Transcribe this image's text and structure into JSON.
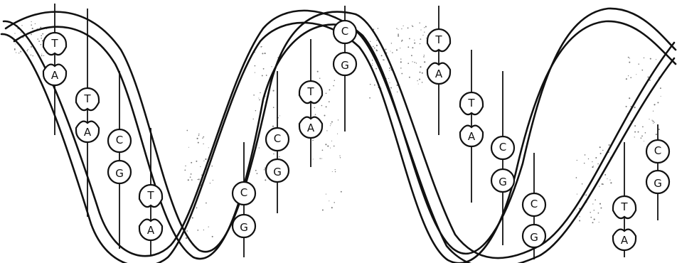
{
  "pairs": [
    {
      "top": "T",
      "bottom": "A"
    },
    {
      "top": "T",
      "bottom": "A"
    },
    {
      "top": "C",
      "bottom": "G"
    },
    {
      "top": "T",
      "bottom": "A"
    },
    {
      "top": "C",
      "bottom": "G"
    },
    {
      "top": "C",
      "bottom": "G"
    },
    {
      "top": "T",
      "bottom": "A"
    },
    {
      "top": "C",
      "bottom": "G"
    },
    {
      "top": "T",
      "bottom": "A"
    },
    {
      "top": "T",
      "bottom": "A"
    },
    {
      "top": "C",
      "bottom": "G"
    },
    {
      "top": "C",
      "bottom": "G"
    },
    {
      "top": "T",
      "bottom": "A"
    },
    {
      "top": "C",
      "bottom": "G"
    }
  ]
}
